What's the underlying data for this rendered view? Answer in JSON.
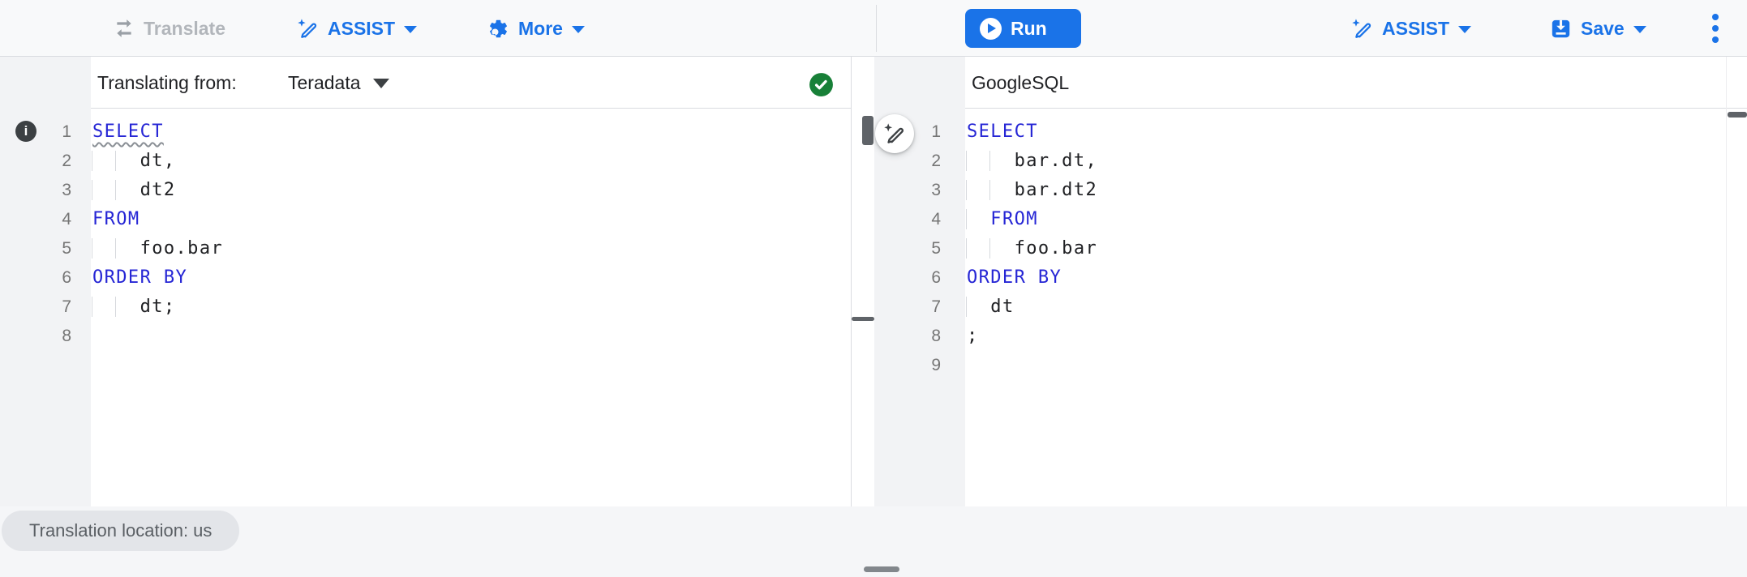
{
  "colors": {
    "accent_blue": "#1a73e8",
    "keyword_blue": "#2626d5",
    "success_green": "#188038",
    "text_dark": "#202124",
    "disabled_gray": "#b2b6bb",
    "gutter_gray": "#f2f3f5"
  },
  "toolbar": {
    "translate_label": "Translate",
    "assist_left_label": "ASSIST",
    "more_label": "More",
    "run_label": "Run",
    "assist_right_label": "ASSIST",
    "save_label": "Save"
  },
  "left_pane": {
    "header_label": "Translating from:",
    "dialect": "Teradata",
    "lines": [
      {
        "num": "1",
        "segments": [
          {
            "text": "SELECT",
            "type": "keyword",
            "squiggle": true
          }
        ]
      },
      {
        "num": "2",
        "segments": [
          {
            "text": "    dt,",
            "type": "plain"
          }
        ]
      },
      {
        "num": "3",
        "segments": [
          {
            "text": "    dt2",
            "type": "plain"
          }
        ]
      },
      {
        "num": "4",
        "segments": [
          {
            "text": "FROM",
            "type": "keyword"
          }
        ]
      },
      {
        "num": "5",
        "segments": [
          {
            "text": "    foo.bar",
            "type": "plain"
          }
        ]
      },
      {
        "num": "6",
        "segments": [
          {
            "text": "ORDER BY",
            "type": "keyword"
          }
        ]
      },
      {
        "num": "7",
        "segments": [
          {
            "text": "    dt;",
            "type": "plain"
          }
        ]
      },
      {
        "num": "8",
        "segments": []
      }
    ]
  },
  "right_pane": {
    "header_label": "GoogleSQL",
    "lines": [
      {
        "num": "1",
        "segments": [
          {
            "text": "SELECT",
            "type": "keyword"
          }
        ]
      },
      {
        "num": "2",
        "segments": [
          {
            "text": "    bar.dt,",
            "type": "plain"
          }
        ]
      },
      {
        "num": "3",
        "segments": [
          {
            "text": "    bar.dt2",
            "type": "plain"
          }
        ]
      },
      {
        "num": "4",
        "segments": [
          {
            "text": "  ",
            "type": "plain"
          },
          {
            "text": "FROM",
            "type": "keyword"
          }
        ]
      },
      {
        "num": "5",
        "segments": [
          {
            "text": "    foo.bar",
            "type": "plain"
          }
        ]
      },
      {
        "num": "6",
        "segments": [
          {
            "text": "ORDER BY",
            "type": "keyword"
          }
        ]
      },
      {
        "num": "7",
        "segments": [
          {
            "text": "  dt",
            "type": "plain"
          }
        ]
      },
      {
        "num": "8",
        "segments": [
          {
            "text": ";",
            "type": "plain"
          }
        ]
      },
      {
        "num": "9",
        "segments": []
      }
    ]
  },
  "footer": {
    "location_chip": "Translation location: us"
  },
  "icons": {
    "info_glyph": "i"
  }
}
